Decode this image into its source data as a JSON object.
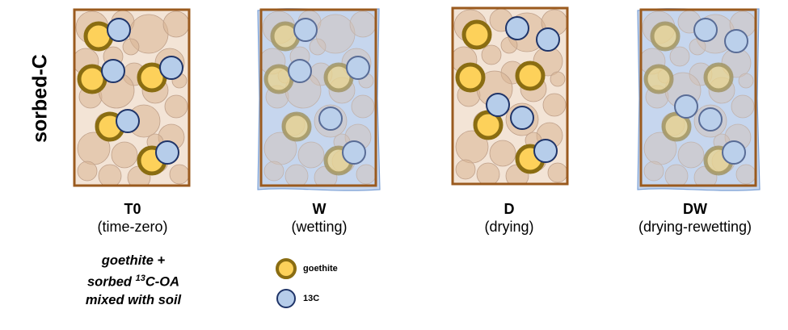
{
  "side_label": "sorbed-C",
  "panels": [
    {
      "code": "T0",
      "description": "(time-zero)",
      "wetted": false
    },
    {
      "code": "W",
      "description": "(wetting)",
      "wetted": true
    },
    {
      "code": "D",
      "description": "(drying)",
      "wetted": false
    },
    {
      "code": "DW",
      "description": "(drying-rewetting)",
      "wetted": true
    }
  ],
  "note": {
    "line1": "goethite +",
    "line2_prefix": "sorbed ",
    "line2_sup": "13",
    "line2_suffix": "C-OA",
    "line3": "mixed with soil"
  },
  "legend": {
    "goethite_label": "goethite",
    "c13_label": "13C"
  },
  "colors": {
    "frame": "#9a5a1e",
    "soil_fill": "#d9b493",
    "soil_stroke": "#bfa08a",
    "goethite_ring": "#8a6d12",
    "goethite_core": "#fdd15a",
    "c13_fill": "#b6cdea",
    "c13_stroke": "#1f3468",
    "water_fill": "#c6d6ee",
    "water_edge": "#7ea2d6"
  }
}
